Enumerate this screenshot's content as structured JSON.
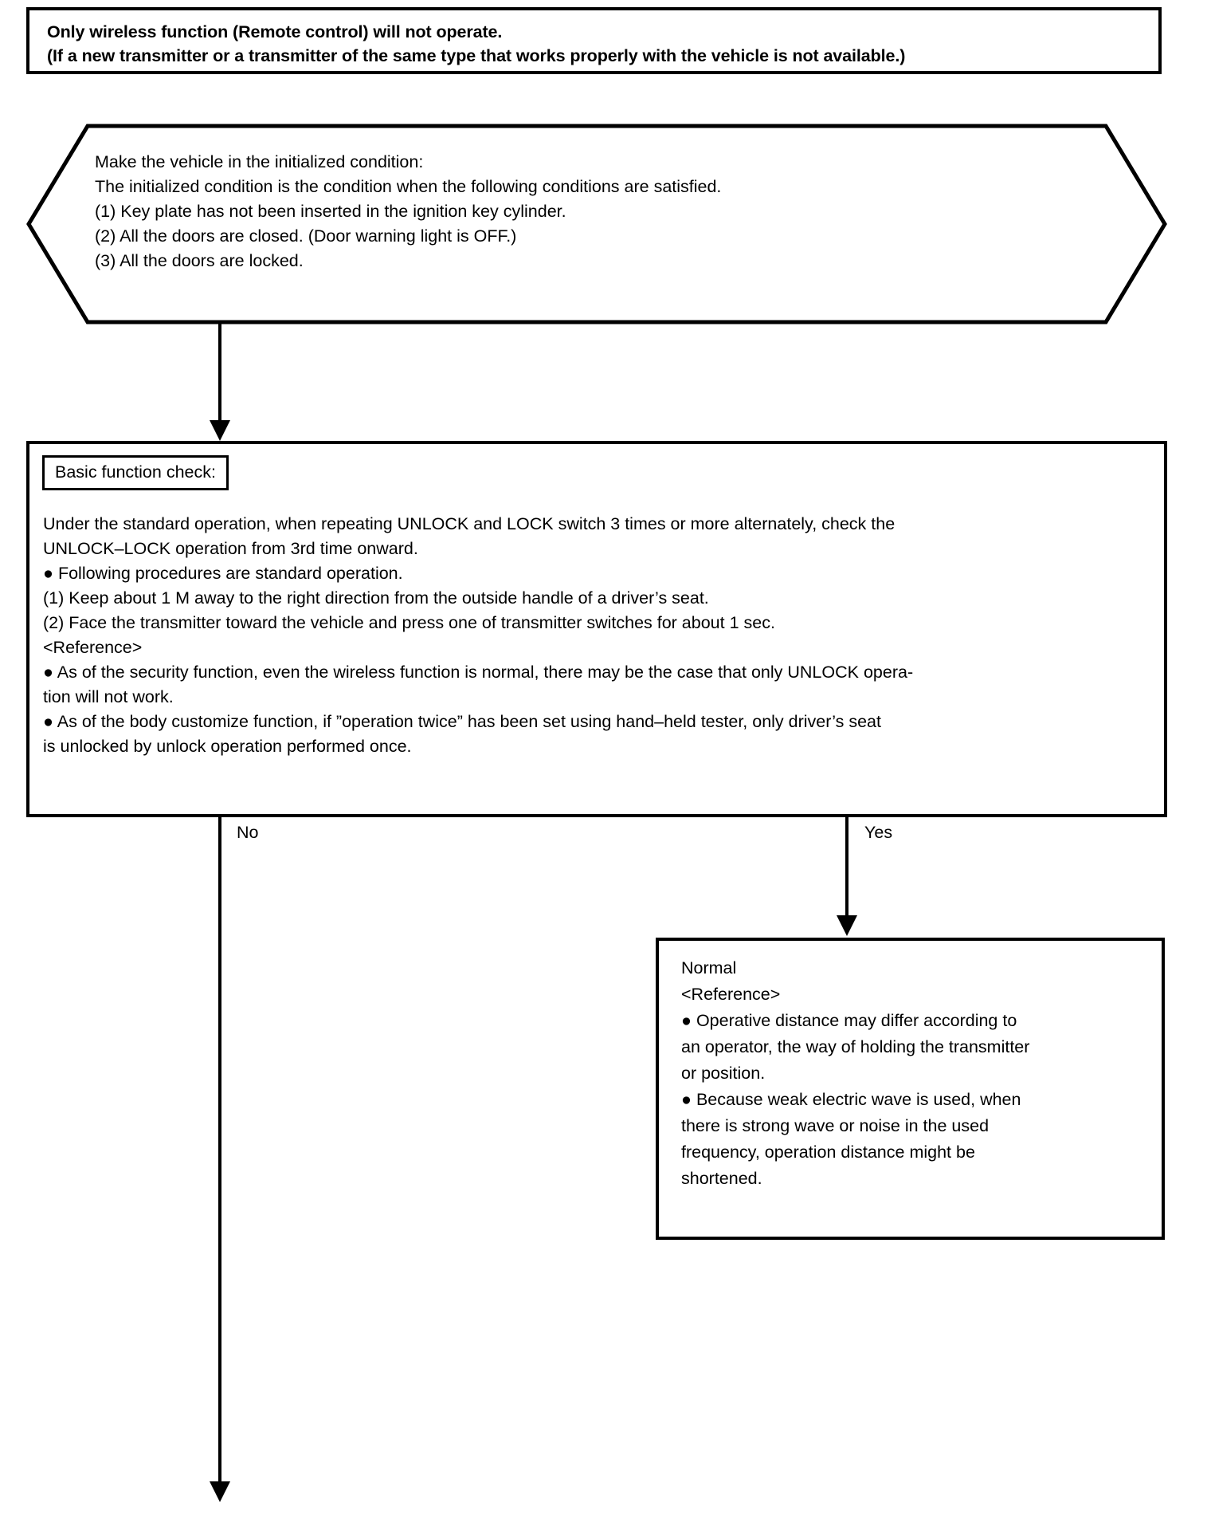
{
  "title_box": {
    "lines": [
      "Only wireless function (Remote control) will not operate.",
      "(If a new transmitter or a transmitter of the same type that works properly with the vehicle is not available.)"
    ]
  },
  "preparation_hexagon": {
    "lines": [
      "Make the vehicle in the initialized condition:",
      "The initialized condition is the condition when the following conditions are satisfied.",
      "(1) Key plate has not been inserted in the ignition key cylinder.",
      "(2) All the doors are closed. (Door warning light is OFF.)",
      "(3) All the doors are locked."
    ]
  },
  "check_box": {
    "badge_label": "Basic function check:",
    "lines": [
      "Under the standard operation, when repeating UNLOCK and LOCK switch 3 times or more alternately, check the",
      "UNLOCK–LOCK operation from 3rd time onward.",
      "● Following procedures are standard operation.",
      "(1) Keep about 1 M away to the right direction from the outside handle of a driver’s seat.",
      "(2) Face the transmitter toward the vehicle and press one of transmitter switches for about 1 sec.",
      "<Reference>",
      "● As of the security function, even the wireless function is normal, there may be the case that only UNLOCK opera-",
      "tion will not work.",
      "● As of the body customize function, if ”operation twice” has been set using hand–held tester, only driver’s seat",
      "is unlocked by unlock operation performed once."
    ]
  },
  "branches": {
    "no_label": "No",
    "yes_label": "Yes"
  },
  "normal_box": {
    "lines": [
      "Normal",
      "<Reference>",
      "● Operative distance may differ according to",
      "an operator, the way of holding the transmitter",
      "or position.",
      "● Because weak electric wave is used, when",
      "there is strong wave or noise in the used",
      "frequency, operation distance might be",
      "shortened."
    ]
  },
  "colors": {
    "stroke": "#000000",
    "background": "#ffffff"
  }
}
